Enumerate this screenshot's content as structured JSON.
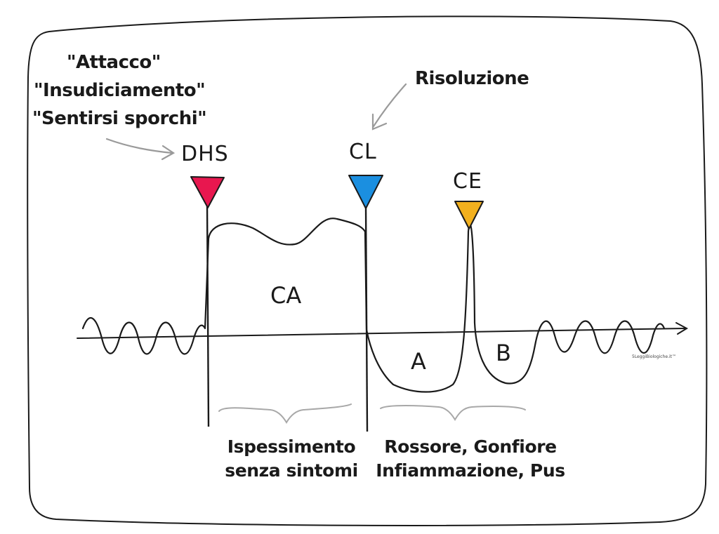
{
  "quotes": [
    "\"Attacco\"",
    "\"Insudiciamento\"",
    "\"Sentirsi sporchi\""
  ],
  "resolution_label": "Risoluzione",
  "markers": [
    {
      "id": "dhs",
      "label": "DHS",
      "color": "#e8174f"
    },
    {
      "id": "cl",
      "label": "CL",
      "color": "#1b8fe0"
    },
    {
      "id": "ce",
      "label": "CE",
      "color": "#f2b01e"
    }
  ],
  "phases": {
    "ca": "CA",
    "a": "A",
    "b": "B"
  },
  "descriptions": {
    "left_line1": "Ispessimento",
    "left_line2": "senza sintomi",
    "right_line1": "Rossore, Gonfiore",
    "right_line2": "Infiammazione, Pus"
  },
  "credit": "5LeggiBiologiche.it™",
  "colors": {
    "ink": "#1a1a1a",
    "arrow_gray": "#9a9a9a",
    "brace_gray": "#a8a8a8"
  }
}
